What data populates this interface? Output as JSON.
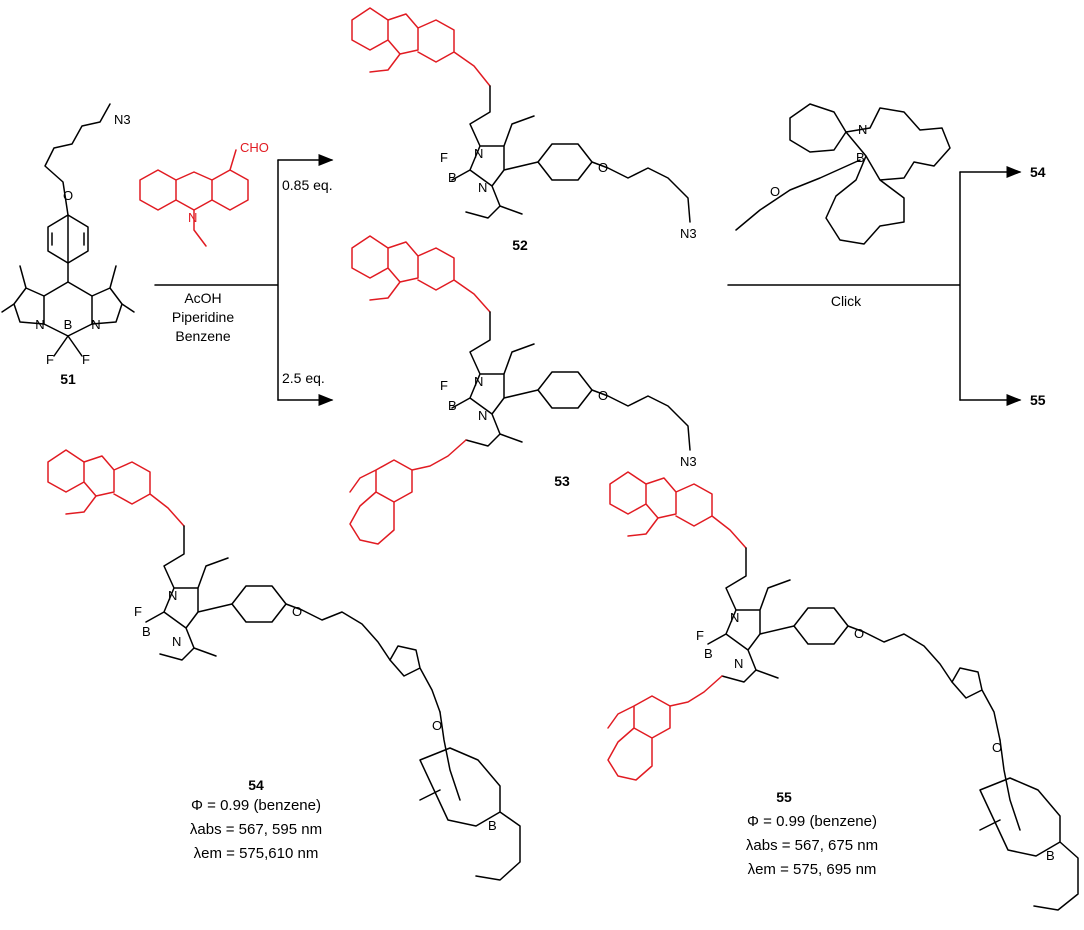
{
  "compounds": {
    "c51": {
      "label": "51",
      "azide": "N3"
    },
    "c52": {
      "label": "52",
      "azide": "N3"
    },
    "c53": {
      "label": "53",
      "azide": "N3"
    },
    "c54": {
      "label": "54"
    },
    "c55": {
      "label": "55"
    }
  },
  "reagent": {
    "cho": "CHO"
  },
  "conditions": {
    "reagent_lines": [
      "AcOH",
      "Piperidine",
      "Benzene"
    ],
    "eq_low": "0.85 eq.",
    "eq_high": "2.5 eq.",
    "click": "Click"
  },
  "products": {
    "p54": {
      "label": "54",
      "phi": "Φ = 0.99 (benzene)",
      "abs": "λabs = 567, 595 nm",
      "em": "λem = 575,610 nm"
    },
    "p55": {
      "label": "55",
      "phi": "Φ = 0.99 (benzene)",
      "abs": "λabs = 567, 675 nm",
      "em": "λem = 575, 695 nm"
    }
  },
  "atoms": {
    "N": "N",
    "B": "B",
    "F": "F",
    "O": "O"
  },
  "colors": {
    "ink": "#000000",
    "highlight": "#e11b22"
  }
}
